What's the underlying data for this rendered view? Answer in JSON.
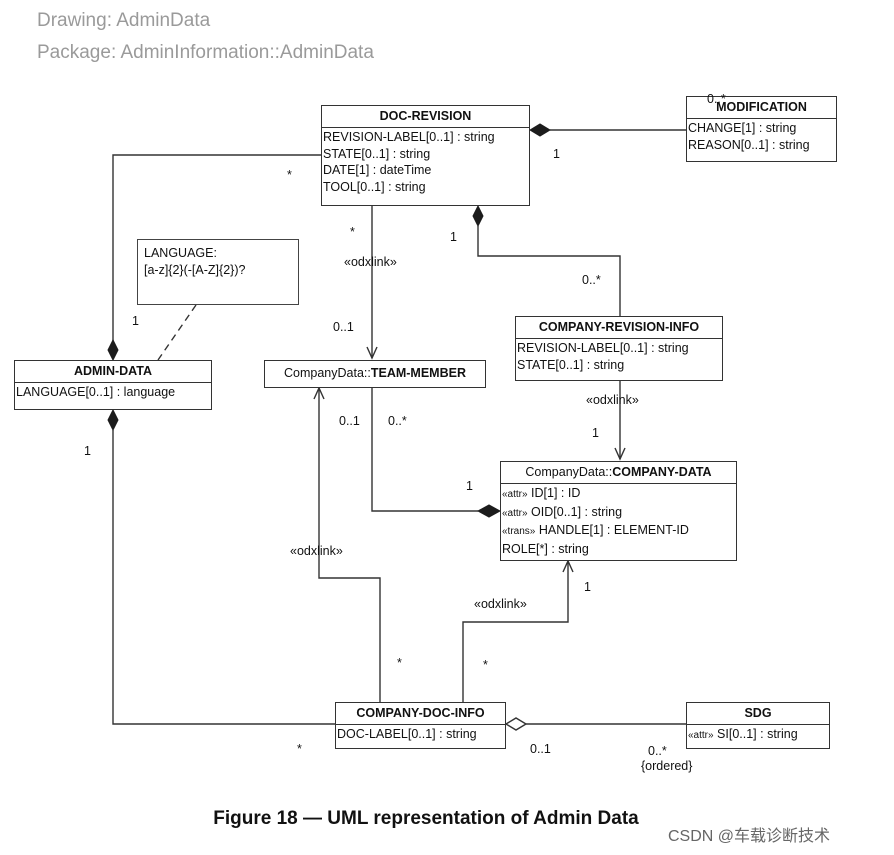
{
  "header": {
    "drawing": "Drawing: AdminData",
    "package": "Package: AdminInformation::AdminData"
  },
  "classes": {
    "doc_revision": {
      "name": "DOC-REVISION",
      "attrs": [
        "REVISION-LABEL[0..1] : string",
        "STATE[0..1] : string",
        "DATE[1] : dateTime",
        "TOOL[0..1] : string"
      ]
    },
    "modification": {
      "name": "MODIFICATION",
      "attrs": [
        "CHANGE[1] : string",
        "REASON[0..1] : string"
      ]
    },
    "admin_data": {
      "name": "ADMIN-DATA",
      "attrs": [
        "LANGUAGE[0..1] : language"
      ]
    },
    "team_member": {
      "prefix": "CompanyData::",
      "name": "TEAM-MEMBER"
    },
    "company_revision_info": {
      "name": "COMPANY-REVISION-INFO",
      "attrs": [
        "REVISION-LABEL[0..1] : string",
        "STATE[0..1] : string"
      ]
    },
    "company_data": {
      "prefix": "CompanyData::",
      "name": "COMPANY-DATA",
      "attrs": [
        {
          "st": "«attr»",
          "text": " ID[1] : ID"
        },
        {
          "st": "«attr»",
          "text": " OID[0..1] : string"
        },
        {
          "st": "«trans»",
          "text": " HANDLE[1] : ELEMENT-ID"
        },
        {
          "st": "",
          "text": "ROLE[*] : string"
        }
      ]
    },
    "company_doc_info": {
      "name": "COMPANY-DOC-INFO",
      "attrs": [
        "DOC-LABEL[0..1] : string"
      ]
    },
    "sdg": {
      "name": "SDG",
      "attrs": [
        {
          "st": "«attr»",
          "text": " SI[0..1] : string"
        }
      ]
    }
  },
  "note": {
    "line1": "LANGUAGE:",
    "line2": "[a-z]{2}(-[A-Z]{2})?"
  },
  "labels": {
    "mod_0star": "0..*",
    "mod_1": "1",
    "docrev_star": "*",
    "docrev_1_crinfo": "1",
    "crinfo_0star": "0..*",
    "admin_1": "1",
    "admin_1_bottom": "1",
    "tm_star": "*",
    "tm_01": "0..1",
    "odx_tm": "«odxlink»",
    "cd_01": "0..1",
    "cd_0star": "0..*",
    "cd_1_left": "1",
    "odx_cri": "«odxlink»",
    "cri_1": "1",
    "odx_cdi_tm": "«odxlink»",
    "odx_cdi_cd": "«odxlink»",
    "cd_1_bottom": "1",
    "cdi_star_a": "*",
    "cdi_star_b": "*",
    "cdi_star_c": "*",
    "sdg_01": "0..1",
    "sdg_0star": "0..*",
    "sdg_ordered": "{ordered}"
  },
  "caption": "Figure 18 — UML representation of Admin Data",
  "watermark": "CSDN @车载诊断技术"
}
